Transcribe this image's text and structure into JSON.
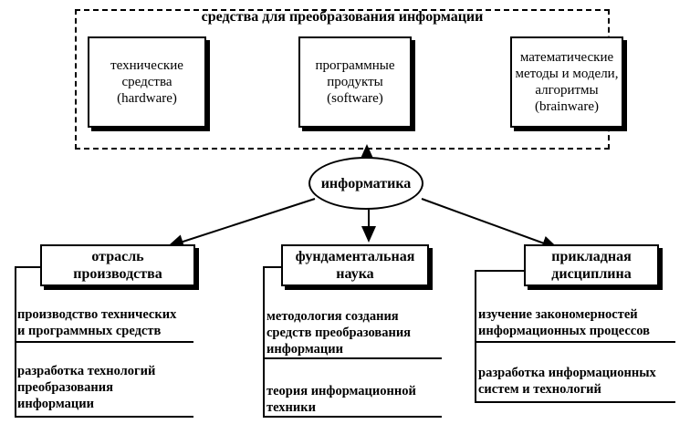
{
  "top": {
    "title": "средства для преобразования информации",
    "boxes": [
      "технические\nсредства\n(hardware)",
      "программные\nпродукты\n(software)",
      "математические\nметоды и модели,\nалгоритмы\n(brainware)"
    ]
  },
  "center": {
    "label": "информатика"
  },
  "branches": [
    {
      "title": "отрасль\nпроизводства",
      "items": [
        "производство технических\nи программных средств",
        "разработка технологий\nпреобразования\nинформации"
      ]
    },
    {
      "title": "фундаментальная\nнаука",
      "items": [
        "методология создания\nсредств преобразования\nинформации",
        "теория информационной\nтехники"
      ]
    },
    {
      "title": "прикладная\nдисциплина",
      "items": [
        "изучение  закономерностей\nинформационных процессов",
        "разработка информационных\nсистем и технологий"
      ]
    }
  ]
}
